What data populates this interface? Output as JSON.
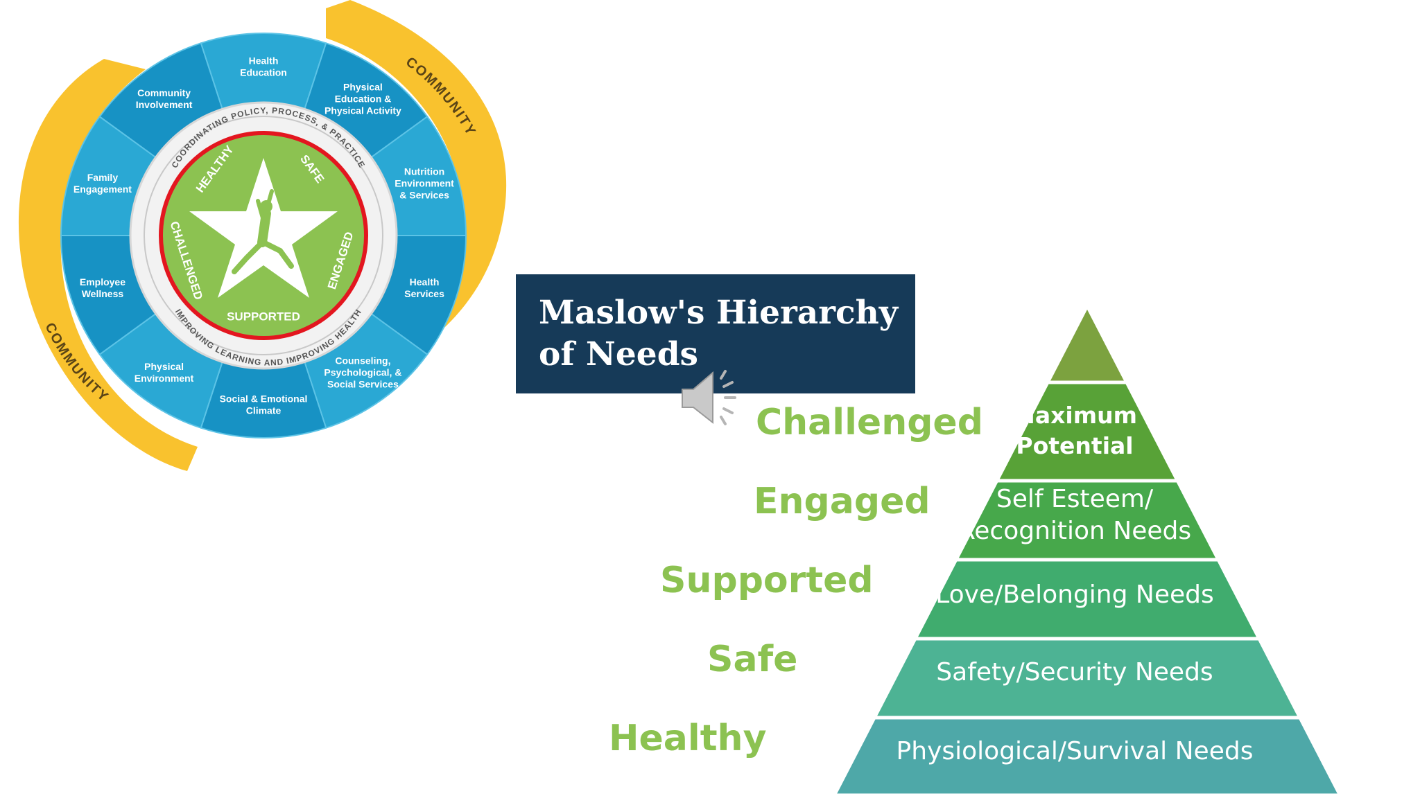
{
  "wheel": {
    "community_top": "COMMUNITY",
    "community_bottom": "COMMUNITY",
    "ring_top_text": "COORDINATING POLICY, PROCESS, & PRACTICE",
    "ring_bottom_text": "IMPROVING LEARNING AND IMPROVING HEALTH",
    "star_labels": [
      "HEALTHY",
      "SAFE",
      "ENGAGED",
      "SUPPORTED",
      "CHALLENGED"
    ],
    "segments": [
      "Health\nEducation",
      "Physical\nEducation &\nPhysical Activity",
      "Nutrition\nEnvironment\n& Services",
      "Health\nServices",
      "Counseling,\nPsychological, &\nSocial Services",
      "Social & Emotional\nClimate",
      "Physical\nEnvironment",
      "Employee\nWellness",
      "Family\nEngagement",
      "Community\nInvolvement"
    ],
    "colors": {
      "segment_light": "#2aa8d4",
      "segment_dark": "#1792c4",
      "community_band": "#f9c22e",
      "star_green": "#8cc251",
      "highlight_ring": "#e3161f"
    }
  },
  "maslow": {
    "title": "Maslow's Hierarchy\nof Needs",
    "title_bg": "#163a58",
    "levels": [
      {
        "label": "Maximum\nPotential",
        "color": "#58a237"
      },
      {
        "label": "Self Esteem/\nRecognition Needs",
        "color": "#47a84b"
      },
      {
        "label": "Love/Belonging Needs",
        "color": "#40ac6e"
      },
      {
        "label": "Safety/Security Needs",
        "color": "#4db394"
      },
      {
        "label": "Physiological/Survival Needs",
        "color": "#4ea8a8"
      }
    ],
    "apex_color": "#7ca23f",
    "side_labels": [
      "Challenged",
      "Engaged",
      "Supported",
      "Safe",
      "Healthy"
    ],
    "side_label_color": "#8cc251"
  },
  "icons": {
    "audio": "speaker-icon"
  }
}
